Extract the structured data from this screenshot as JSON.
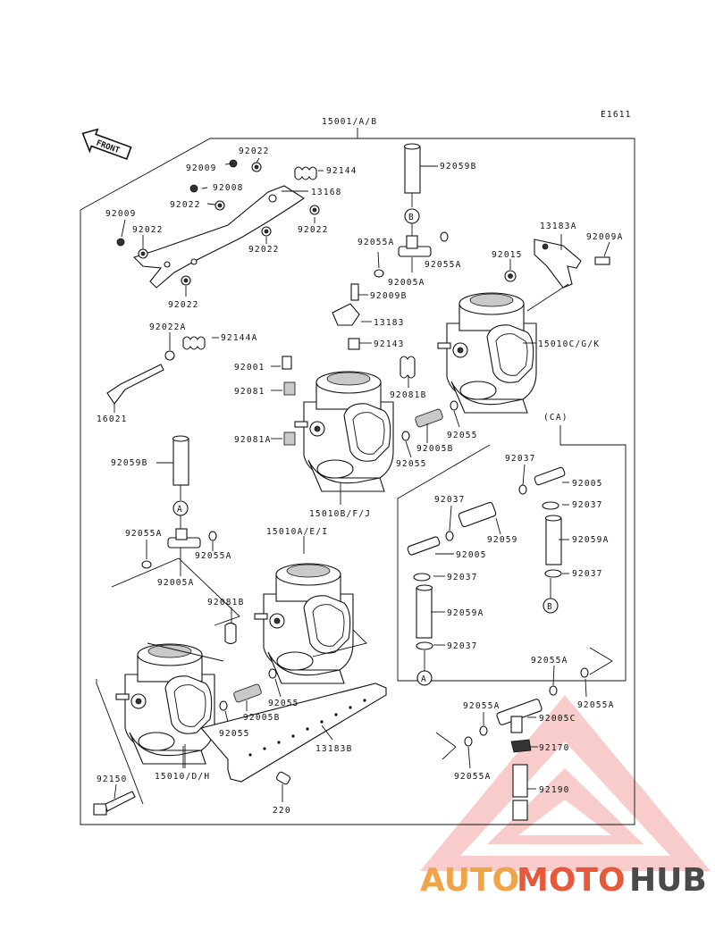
{
  "diagram_code": "E1611",
  "assembly_label": "15001/A/B",
  "front_arrow_label": "FRONT",
  "labels": [
    {
      "id": "l1",
      "text": "92022"
    },
    {
      "id": "l2",
      "text": "92009"
    },
    {
      "id": "l3",
      "text": "92144"
    },
    {
      "id": "l4",
      "text": "92008"
    },
    {
      "id": "l5",
      "text": "13168"
    },
    {
      "id": "l6",
      "text": "92022"
    },
    {
      "id": "l7",
      "text": "92009"
    },
    {
      "id": "l8",
      "text": "92022"
    },
    {
      "id": "l9",
      "text": "92022"
    },
    {
      "id": "l10",
      "text": "92022"
    },
    {
      "id": "l11",
      "text": "92022"
    },
    {
      "id": "l12",
      "text": "92059B"
    },
    {
      "id": "l13",
      "text": "92055A"
    },
    {
      "id": "l14",
      "text": "92055A"
    },
    {
      "id": "l15",
      "text": "92005A"
    },
    {
      "id": "l16",
      "text": "13183A"
    },
    {
      "id": "l17",
      "text": "92009A"
    },
    {
      "id": "l18",
      "text": "92015"
    },
    {
      "id": "l19",
      "text": "92009B"
    },
    {
      "id": "l20",
      "text": "13183"
    },
    {
      "id": "l21",
      "text": "92143"
    },
    {
      "id": "l22",
      "text": "15010C/G/K"
    },
    {
      "id": "l23",
      "text": "92022A"
    },
    {
      "id": "l24",
      "text": "92144A"
    },
    {
      "id": "l25",
      "text": "92001"
    },
    {
      "id": "l26",
      "text": "92081"
    },
    {
      "id": "l27",
      "text": "92081B"
    },
    {
      "id": "l28",
      "text": "16021"
    },
    {
      "id": "l29",
      "text": "92055"
    },
    {
      "id": "l30",
      "text": "92005B"
    },
    {
      "id": "l31",
      "text": "92055"
    },
    {
      "id": "l32",
      "text": "92081A"
    },
    {
      "id": "l33",
      "text": "92059B"
    },
    {
      "id": "l34",
      "text": "15010B/F/J"
    },
    {
      "id": "l35",
      "text": "(CA)"
    },
    {
      "id": "l36",
      "text": "92037"
    },
    {
      "id": "l37",
      "text": "92005"
    },
    {
      "id": "l38",
      "text": "92037"
    },
    {
      "id": "l39",
      "text": "92037"
    },
    {
      "id": "l40",
      "text": "92059"
    },
    {
      "id": "l41",
      "text": "92059A"
    },
    {
      "id": "l42",
      "text": "92005"
    },
    {
      "id": "l43",
      "text": "92037"
    },
    {
      "id": "l44",
      "text": "92037"
    },
    {
      "id": "l45",
      "text": "92059A"
    },
    {
      "id": "l46",
      "text": "92037"
    },
    {
      "id": "l47",
      "text": "92055A"
    },
    {
      "id": "l48",
      "text": "92055A"
    },
    {
      "id": "l49",
      "text": "92005A"
    },
    {
      "id": "l50",
      "text": "15010A/E/I"
    },
    {
      "id": "l51",
      "text": "92081B"
    },
    {
      "id": "l52",
      "text": "92055"
    },
    {
      "id": "l53",
      "text": "92005B"
    },
    {
      "id": "l54",
      "text": "92055"
    },
    {
      "id": "l55",
      "text": "13183B"
    },
    {
      "id": "l56",
      "text": "92150"
    },
    {
      "id": "l57",
      "text": "15010/D/H"
    },
    {
      "id": "l58",
      "text": "220"
    },
    {
      "id": "l59",
      "text": "92055A"
    },
    {
      "id": "l60",
      "text": "92055A"
    },
    {
      "id": "l61",
      "text": "92055A"
    },
    {
      "id": "l62",
      "text": "92005C"
    },
    {
      "id": "l63",
      "text": "92170"
    },
    {
      "id": "l64",
      "text": "92190"
    },
    {
      "id": "l65",
      "text": "92055A"
    }
  ],
  "markers": {
    "a1": "B",
    "a2": "A",
    "a3": "B",
    "a4": "A"
  },
  "watermark": {
    "auto": "AUTO",
    "moto": "MOTO",
    "hub": "HUB",
    "colors": {
      "orange": "#f0a44a",
      "red": "#e8583a",
      "grey": "#4a4a4a"
    }
  }
}
